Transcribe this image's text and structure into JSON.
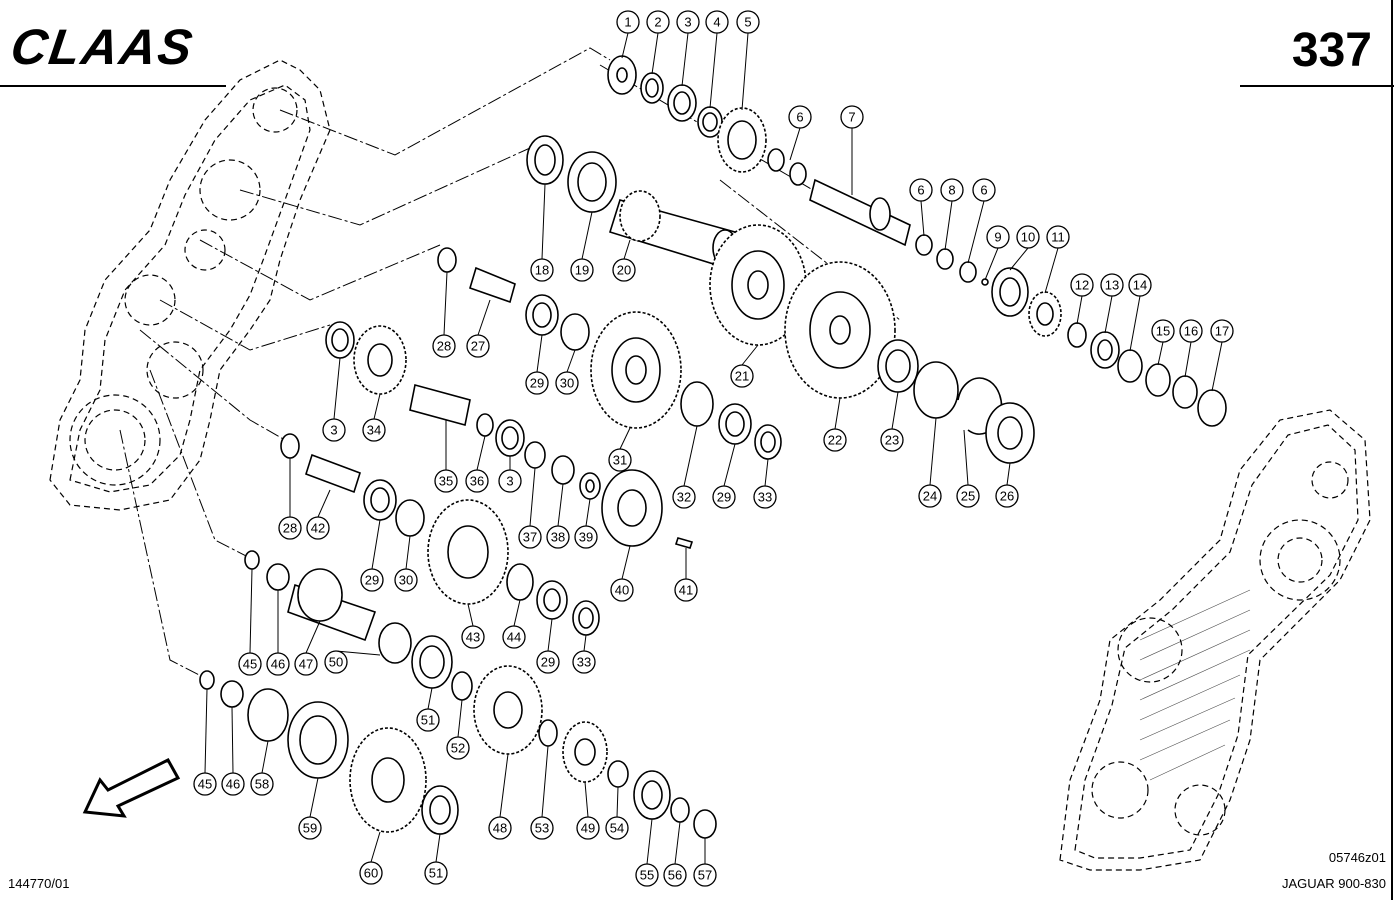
{
  "header": {
    "brand": "CLAAS",
    "page_number": "337"
  },
  "footer": {
    "left_code": "144770/01",
    "image_code": "05746z01",
    "model": "JAGUAR 900-830"
  },
  "callouts": [
    "1",
    "2",
    "3",
    "4",
    "5",
    "6",
    "7",
    "6",
    "8",
    "6",
    "9",
    "10",
    "11",
    "12",
    "13",
    "14",
    "15",
    "16",
    "17",
    "18",
    "19",
    "20",
    "21",
    "22",
    "23",
    "24",
    "25",
    "26",
    "27",
    "28",
    "29",
    "30",
    "31",
    "32",
    "29",
    "33",
    "3",
    "34",
    "35",
    "36",
    "3",
    "37",
    "38",
    "39",
    "40",
    "41",
    "28",
    "42",
    "29",
    "30",
    "43",
    "44",
    "29",
    "33",
    "45",
    "46",
    "47",
    "50",
    "51",
    "52",
    "48",
    "53",
    "49",
    "54",
    "55",
    "56",
    "57",
    "45",
    "46",
    "58",
    "59",
    "60",
    "51"
  ]
}
